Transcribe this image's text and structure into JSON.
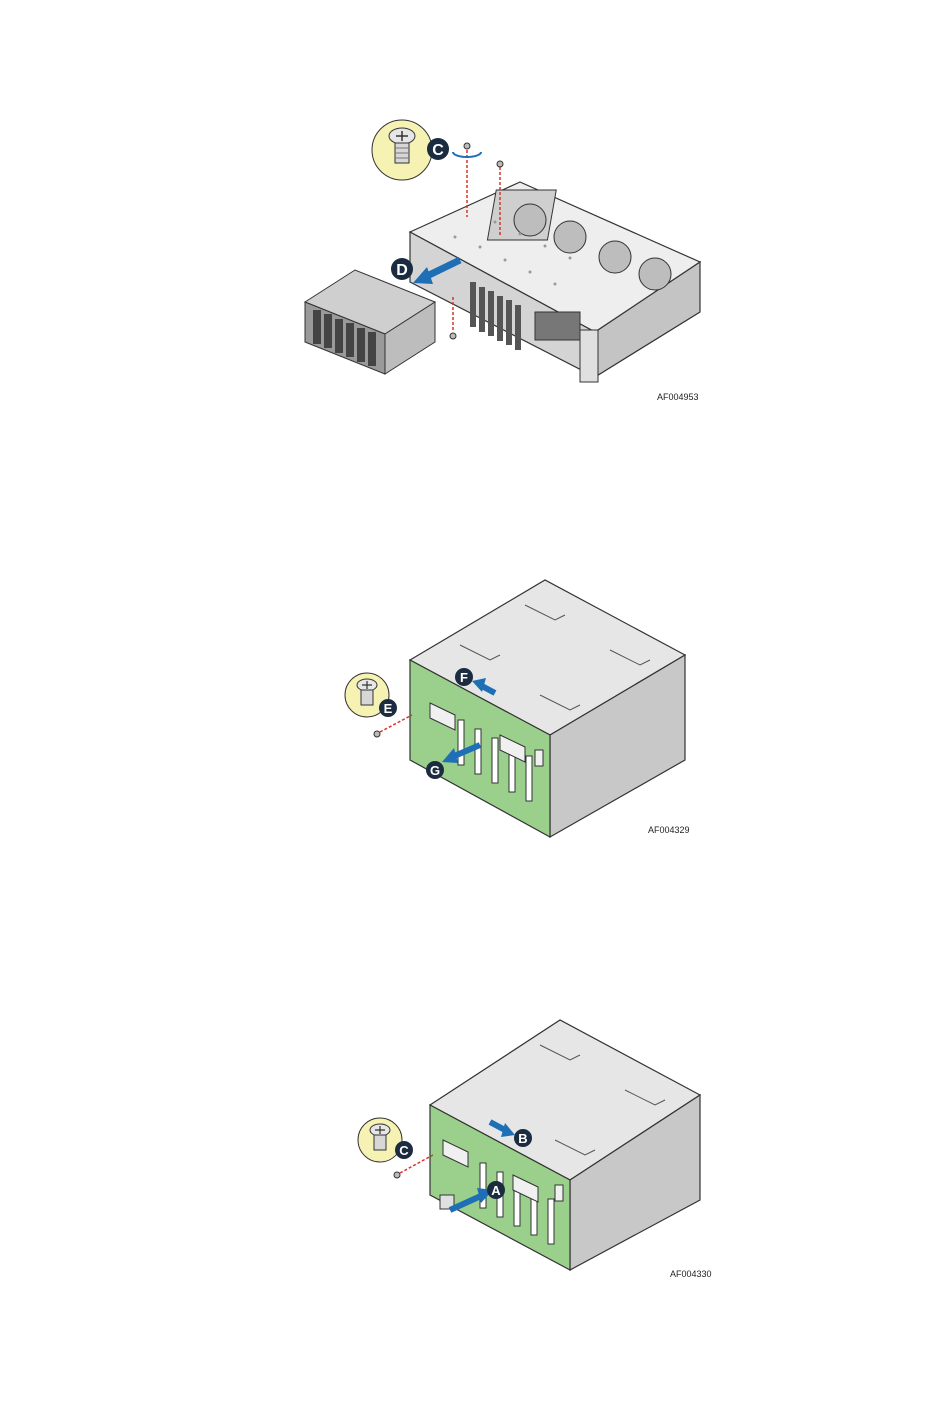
{
  "figures": [
    {
      "id": "AF004953",
      "callouts": [
        "C",
        "D"
      ]
    },
    {
      "id": "AF004329",
      "callouts": [
        "F",
        "E",
        "G"
      ]
    },
    {
      "id": "AF004330",
      "callouts": [
        "B",
        "C",
        "A"
      ]
    }
  ],
  "colors": {
    "callout_fill": "#1b2b40",
    "arrow_blue": "#1e6fb5",
    "backplane_green": "#9bd08c",
    "screw_badge": "#f6f2b4",
    "screw_line": "#d9352b",
    "metal_light": "#e6e6e6",
    "metal_mid": "#c8c8c8",
    "outline": "#333333"
  },
  "icons": [
    "screw-icon",
    "callout-circle",
    "direction-arrow-icon"
  ]
}
